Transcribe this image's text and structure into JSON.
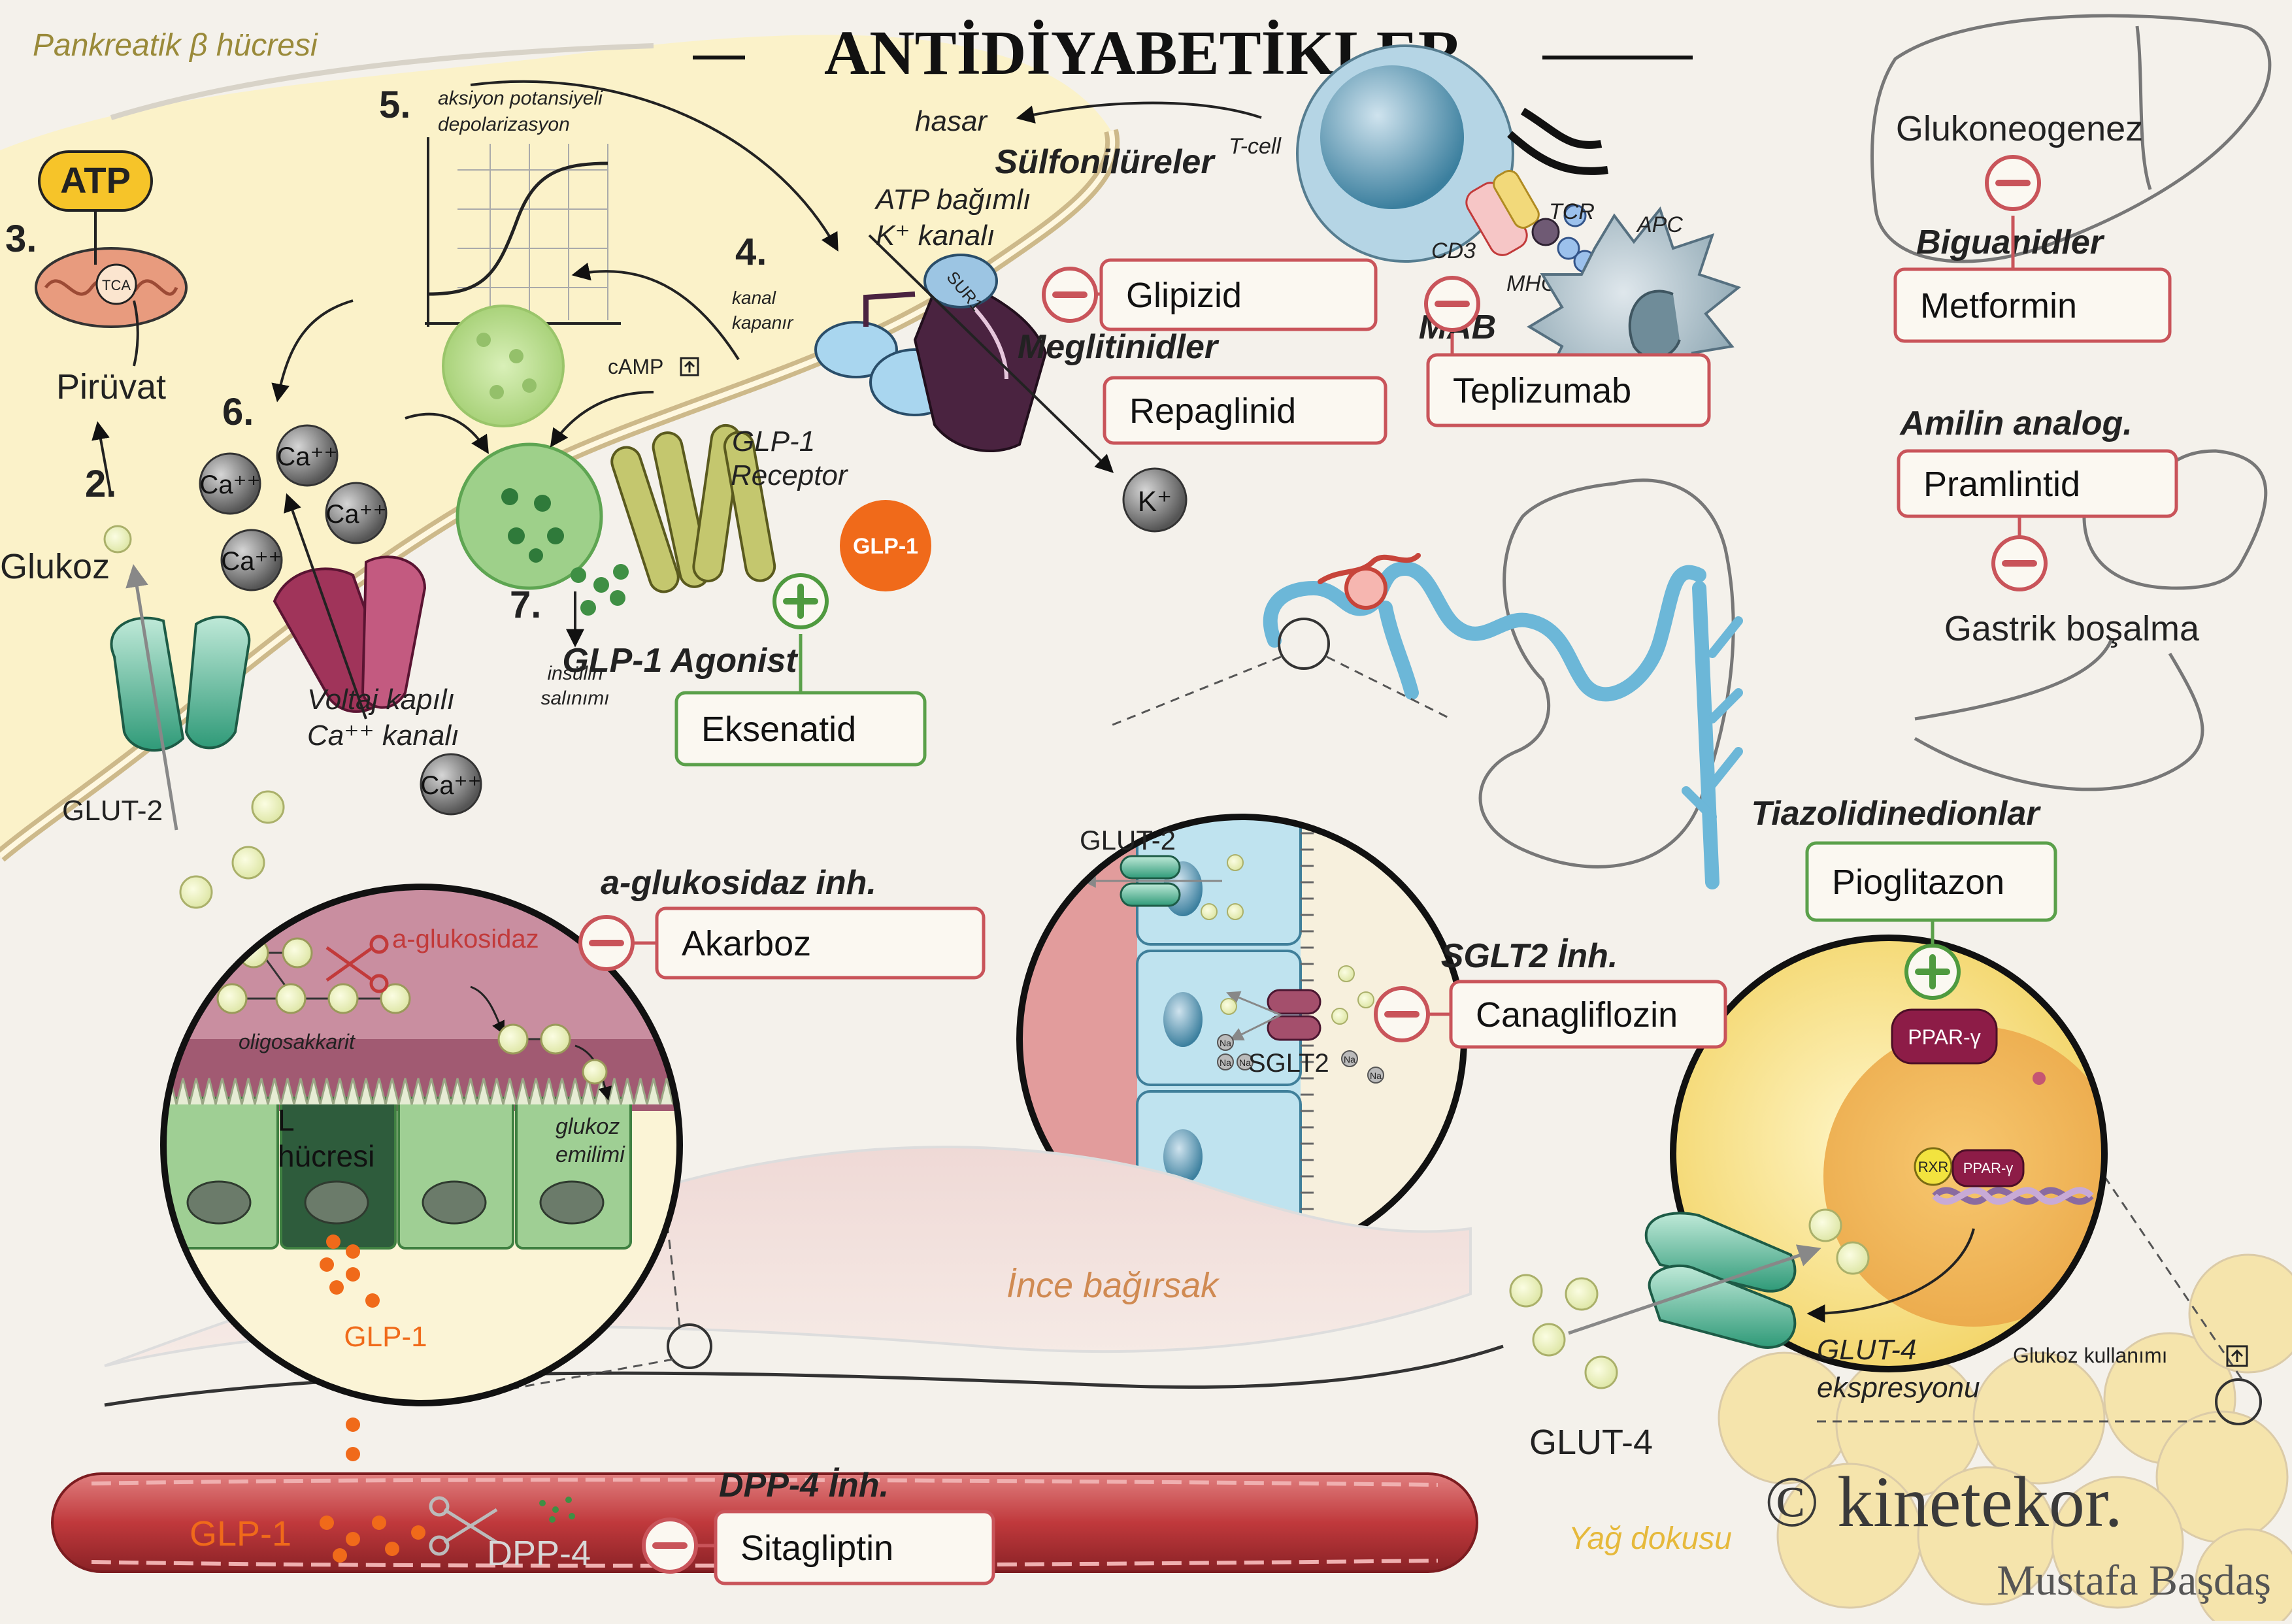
{
  "title": "ANTİDİYABETİKLER",
  "regions": {
    "beta_cell": "Pankreatik β hücresi",
    "small_intestine": "İnce bağırsak",
    "adipose": "Yağ dokusu"
  },
  "beta_cell_labels": {
    "atp": "ATP",
    "step3": "3.",
    "tca": "TCA",
    "piruvat": "Pirüvat",
    "step2": "2.",
    "glukoz": "Glukoz",
    "glut2": "GLUT-2",
    "step5": "5.",
    "ap_line1": "aksiyon potansiyeli",
    "ap_line2": "depolarizasyon",
    "step4": "4.",
    "kanal_line1": "kanal",
    "kanal_line2": "kapanır",
    "atp_k_line1": "ATP bağımlı",
    "atp_k_line2": "K⁺ kanalı",
    "sur1": "SUR1",
    "k_ion": "K⁺",
    "step6": "6.",
    "ca": "Ca⁺⁺",
    "voltaj_line1": "Voltaj kapılı",
    "voltaj_line2": "Ca⁺⁺ kanalı",
    "camp": "cAMP",
    "glp1r_line1": "GLP-1",
    "glp1r_line2": "Receptor",
    "glp1": "GLP-1",
    "step7": "7.",
    "insulin_line1": "insülin",
    "insulin_line2": "salınımı",
    "hasar": "hasar",
    "tcell": "T-cell",
    "tcr": "TCR",
    "cd3": "CD3",
    "mhc": "MHC",
    "apc": "APC"
  },
  "drugs": [
    {
      "class": "Sülfonilüreler",
      "name": "Glipizid",
      "effect": "inhibit"
    },
    {
      "class": "Meglitinidler",
      "name": "Repaglinid",
      "effect": "inhibit"
    },
    {
      "class": "GLP-1 Agonist",
      "name": "Eksenatid",
      "effect": "stimulate"
    },
    {
      "class": "MAB",
      "name": "Teplizumab",
      "effect": "inhibit"
    },
    {
      "class": "Biguanidler",
      "name": "Metformin",
      "effect": "inhibit"
    },
    {
      "class": "Amilin analog.",
      "name": "Pramlintid",
      "effect": "inhibit"
    },
    {
      "class": "a-glukosidaz inh.",
      "name": "Akarboz",
      "effect": "inhibit"
    },
    {
      "class": "SGLT2 İnh.",
      "name": "Canagliflozin",
      "effect": "inhibit"
    },
    {
      "class": "Tiazolidinedionlar",
      "name": "Pioglitazon",
      "effect": "stimulate"
    },
    {
      "class": "DPP-4 İnh.",
      "name": "Sitagliptin",
      "effect": "inhibit"
    }
  ],
  "organ_labels": {
    "glukoneogenez": "Glukoneogenez",
    "gastrik": "Gastrik boşalma"
  },
  "intestine_labels": {
    "a_glukosidaz": "a-glukosidaz",
    "oligosakkarit": "oligosakkarit",
    "l_line1": "L",
    "l_line2": "hücresi",
    "emilim_line1": "glukoz",
    "emilim_line2": "emilimi",
    "glp1": "GLP-1"
  },
  "kidney_labels": {
    "glut2": "GLUT-2",
    "sglt2": "SGLT2",
    "na": "Na"
  },
  "blood_labels": {
    "glp1": "GLP-1",
    "dpp4": "DPP-4"
  },
  "adipose_labels": {
    "ppar": "PPAR-γ",
    "rxr": "RXR",
    "glut4_expr_line1": "GLUT-4",
    "glut4_expr_line2": "ekspresyonu",
    "glukoz_kullanimi": "Glukoz kullanımı",
    "glut4": "GLUT-4"
  },
  "watermark": {
    "brand": "© kinetekor.",
    "author": "Mustafa Başdaş"
  },
  "colors": {
    "drug_box_red": "#c9545a",
    "drug_box_green": "#5aa04a",
    "inhibit": "#c9545a",
    "stimulate": "#4f9a3f",
    "glp1_orange": "#f06a1a",
    "vessel": "#c0393c"
  }
}
